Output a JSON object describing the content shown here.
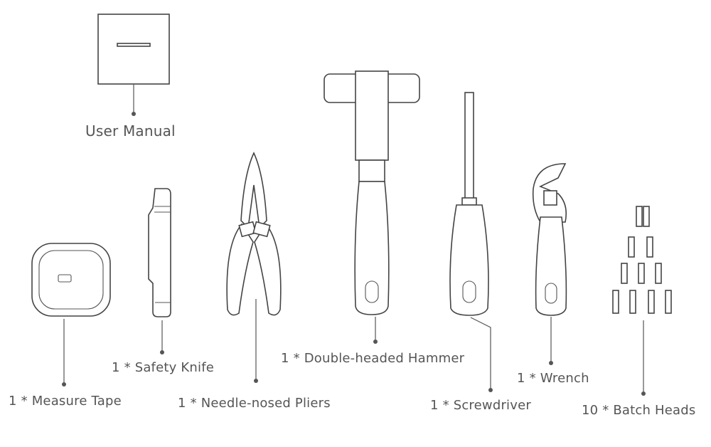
{
  "items": [
    {
      "label": "User Manual"
    },
    {
      "label": "1 * Measure Tape"
    },
    {
      "label": "1 * Safety Knife"
    },
    {
      "label": "1 * Needle-nosed Pliers"
    },
    {
      "label": "1 * Double-headed Hammer"
    },
    {
      "label": "1 * Screwdriver"
    },
    {
      "label": "1 * Wrench"
    },
    {
      "label": "10 * Batch Heads"
    }
  ],
  "colors": {
    "stroke": "#444444",
    "text": "#555555"
  }
}
